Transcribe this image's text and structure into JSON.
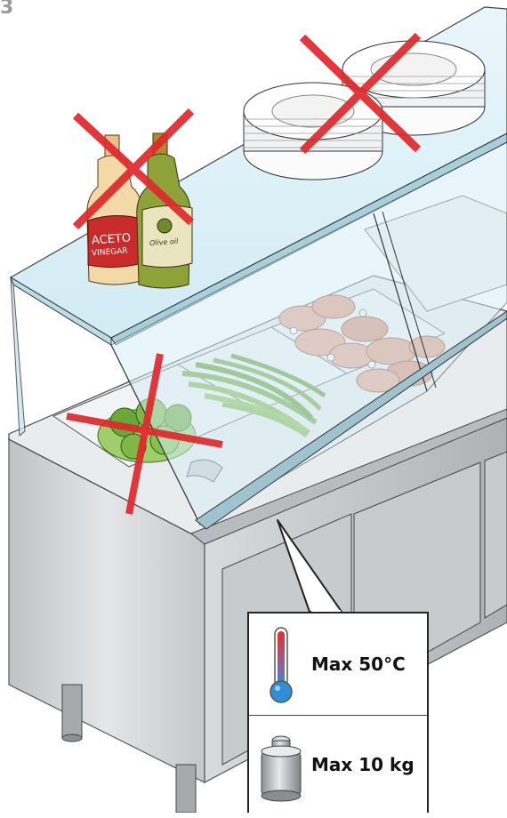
{
  "figure": {
    "number": "3"
  },
  "bottles": {
    "left_label_line1": "ACETO",
    "left_label_line2": "VINEGAR",
    "right_label": "Olive oil"
  },
  "callout": {
    "temperature_label": "Max 50°C",
    "weight_label": "Max 10 kg"
  },
  "colors": {
    "prohibition": "#e0282c",
    "glass": "#d9f1f8",
    "steel": "#cfd3d6"
  },
  "icons": [
    "thermometer-icon",
    "weight-icon",
    "prohibition-cross-icon"
  ]
}
